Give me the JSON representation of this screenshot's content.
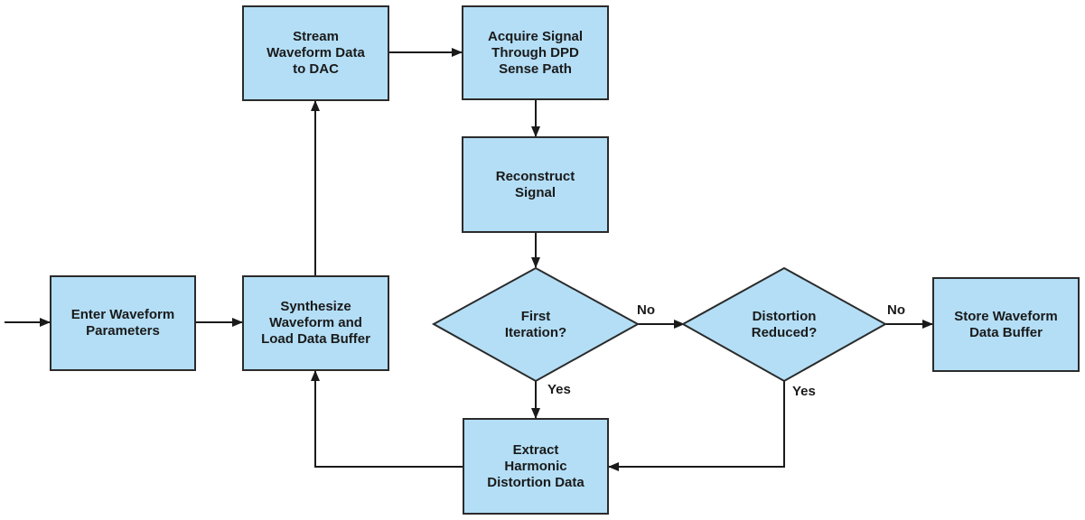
{
  "diagram": {
    "nodes": {
      "enter_params": "Enter Waveform\nParameters",
      "synthesize": "Synthesize\nWaveform and\nLoad Data Buffer",
      "stream": "Stream\nWaveform Data\nto DAC",
      "acquire": "Acquire Signal\nThrough DPD\nSense Path",
      "reconstruct": "Reconstruct\nSignal",
      "first_iteration": "First\nIteration?",
      "distortion_reduced": "Distortion\nReduced?",
      "store": "Store Waveform\nData Buffer",
      "extract": "Extract\nHarmonic\nDistortion Data"
    },
    "edge_labels": {
      "first_no": "No",
      "first_yes": "Yes",
      "distortion_no": "No",
      "distortion_yes": "Yes"
    }
  },
  "colors": {
    "node_fill": "#b3def6",
    "stroke": "#2b2b2b"
  }
}
